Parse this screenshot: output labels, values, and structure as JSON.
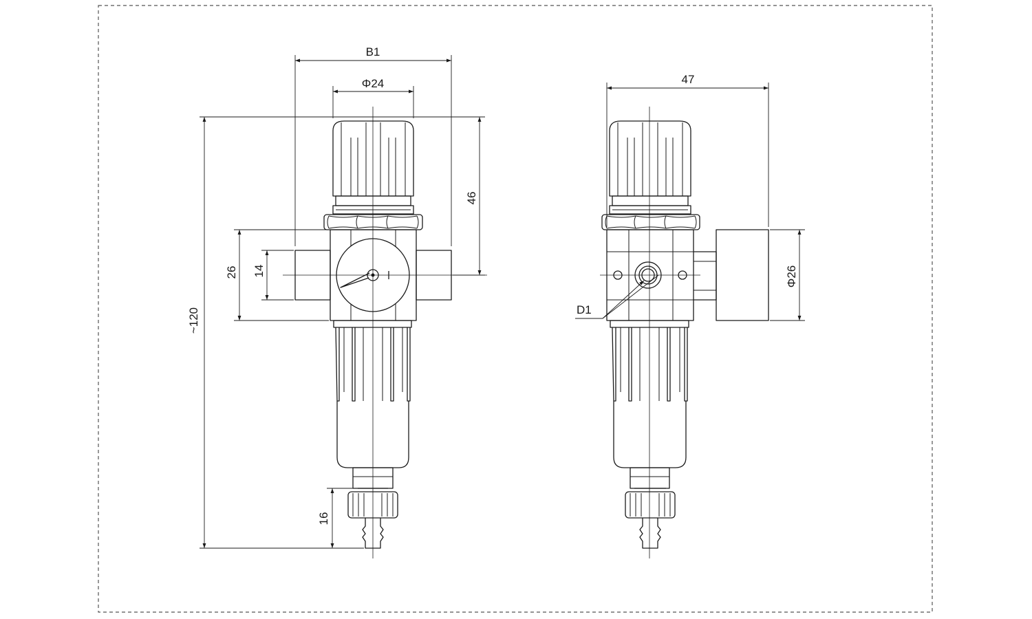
{
  "dimensions": {
    "b1": "B1",
    "phi24": "Φ24",
    "d47": "47",
    "d46": "46",
    "d26": "26",
    "d14": "14",
    "d120": "~120",
    "d16": "16",
    "phi26": "Φ26",
    "d1": "D1"
  }
}
